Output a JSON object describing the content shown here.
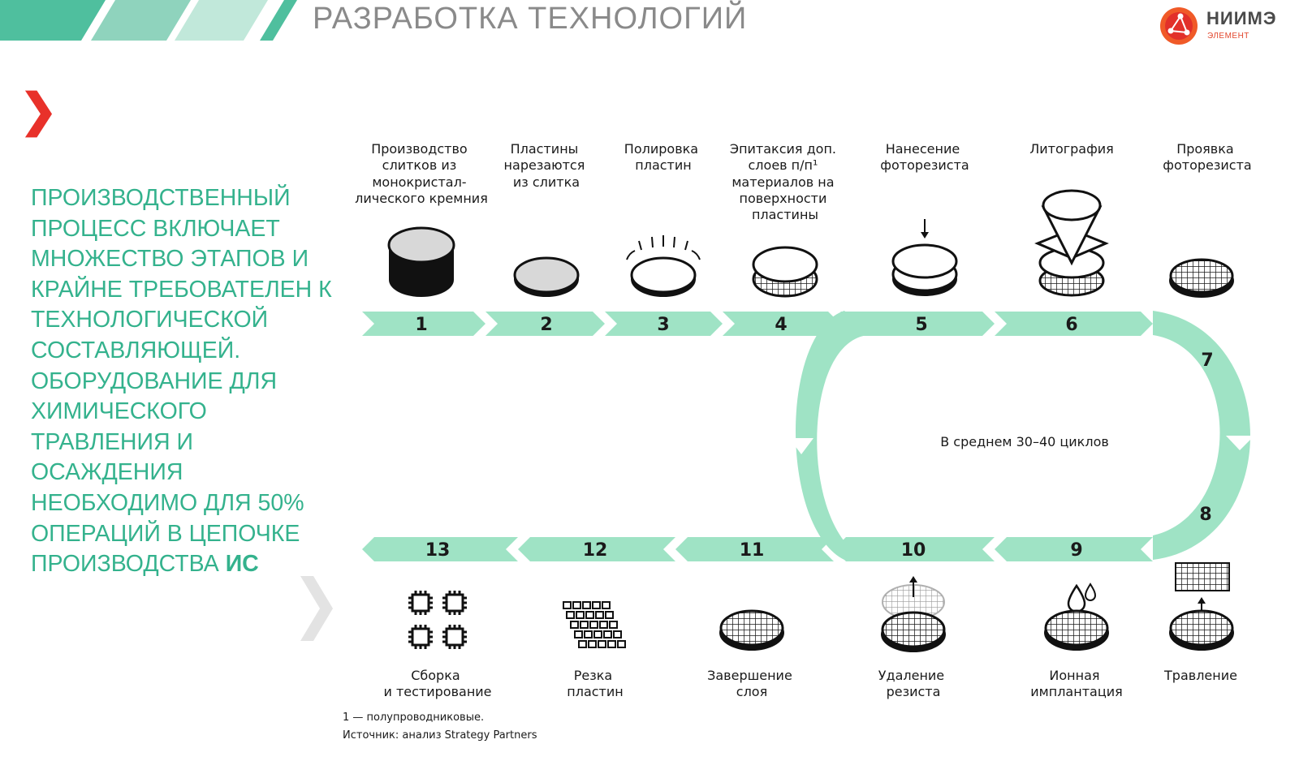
{
  "header": {
    "title": "РАЗРАБОТКА ТЕХНОЛОГИЙ",
    "logo_name": "НИИМЭ",
    "logo_subtitle": "ЭЛЕМЕНТ"
  },
  "lead_text": {
    "main": "ПРОИЗВОДСТВЕННЫЙ ПРОЦЕСС ВКЛЮЧАЕТ МНОЖЕСТВО ЭТАПОВ И КРАЙНЕ ТРЕБОВАТЕЛЕН К ТЕХНОЛОГИЧЕСКОЙ СОСТАВЛЯЮЩЕЙ. ОБОРУДОВАНИЕ ДЛЯ ХИМИЧЕСКОГО ТРАВЛЕНИЯ И ОСАЖДЕНИЯ НЕОБХОДИМО ДЛЯ 50% ОПЕРАЦИЙ В ЦЕПОЧКЕ ПРОИЗВОДСТВА",
    "emphasis": "ИС"
  },
  "colors": {
    "accent_green": "#34b28d",
    "arrow_green": "#9fe3c5",
    "red": "#e8312a"
  },
  "steps": [
    {
      "num": "1",
      "label": [
        "Производство",
        "слитков из",
        "монокристал-",
        "лического кремния"
      ],
      "icon": "ingot-icon"
    },
    {
      "num": "2",
      "label": [
        "Пластины",
        "нарезаются",
        "из слитка"
      ],
      "icon": "wafer-icon"
    },
    {
      "num": "3",
      "label": [
        "Полировка",
        "пластин"
      ],
      "icon": "polished-wafer-icon"
    },
    {
      "num": "4",
      "label": [
        "Эпитаксия доп.",
        "слоев п/п¹",
        "материалов на",
        "поверхности",
        "пластины"
      ],
      "icon": "epitaxy-wafer-icon"
    },
    {
      "num": "5",
      "label": [
        "Нанесение",
        "фоторезиста"
      ],
      "icon": "photoresist-wafer-icon"
    },
    {
      "num": "6",
      "label": [
        "Литография"
      ],
      "icon": "lithography-icon"
    },
    {
      "num": "7",
      "label": [
        "Проявка",
        "фоторезиста"
      ],
      "icon": "developed-wafer-icon"
    },
    {
      "num": "8",
      "label": [
        "Травление"
      ],
      "icon": "etch-wafer-icon"
    },
    {
      "num": "9",
      "label": [
        "Ионная",
        "имплантация"
      ],
      "icon": "ion-implant-icon"
    },
    {
      "num": "10",
      "label": [
        "Удаление",
        "резиста"
      ],
      "icon": "resist-removal-icon"
    },
    {
      "num": "11",
      "label": [
        "Завершение",
        "слоя"
      ],
      "icon": "finished-layer-icon"
    },
    {
      "num": "12",
      "label": [
        "Резка",
        "пластин"
      ],
      "icon": "dicing-icon"
    },
    {
      "num": "13",
      "label": [
        "Сборка",
        "и тестирование"
      ],
      "icon": "chip-assembly-icon"
    }
  ],
  "cycle_label": "В среднем 30–40 циклов",
  "footnotes": {
    "note": "1 — полупроводниковые.",
    "source": "Источник: анализ Strategy Partners"
  }
}
